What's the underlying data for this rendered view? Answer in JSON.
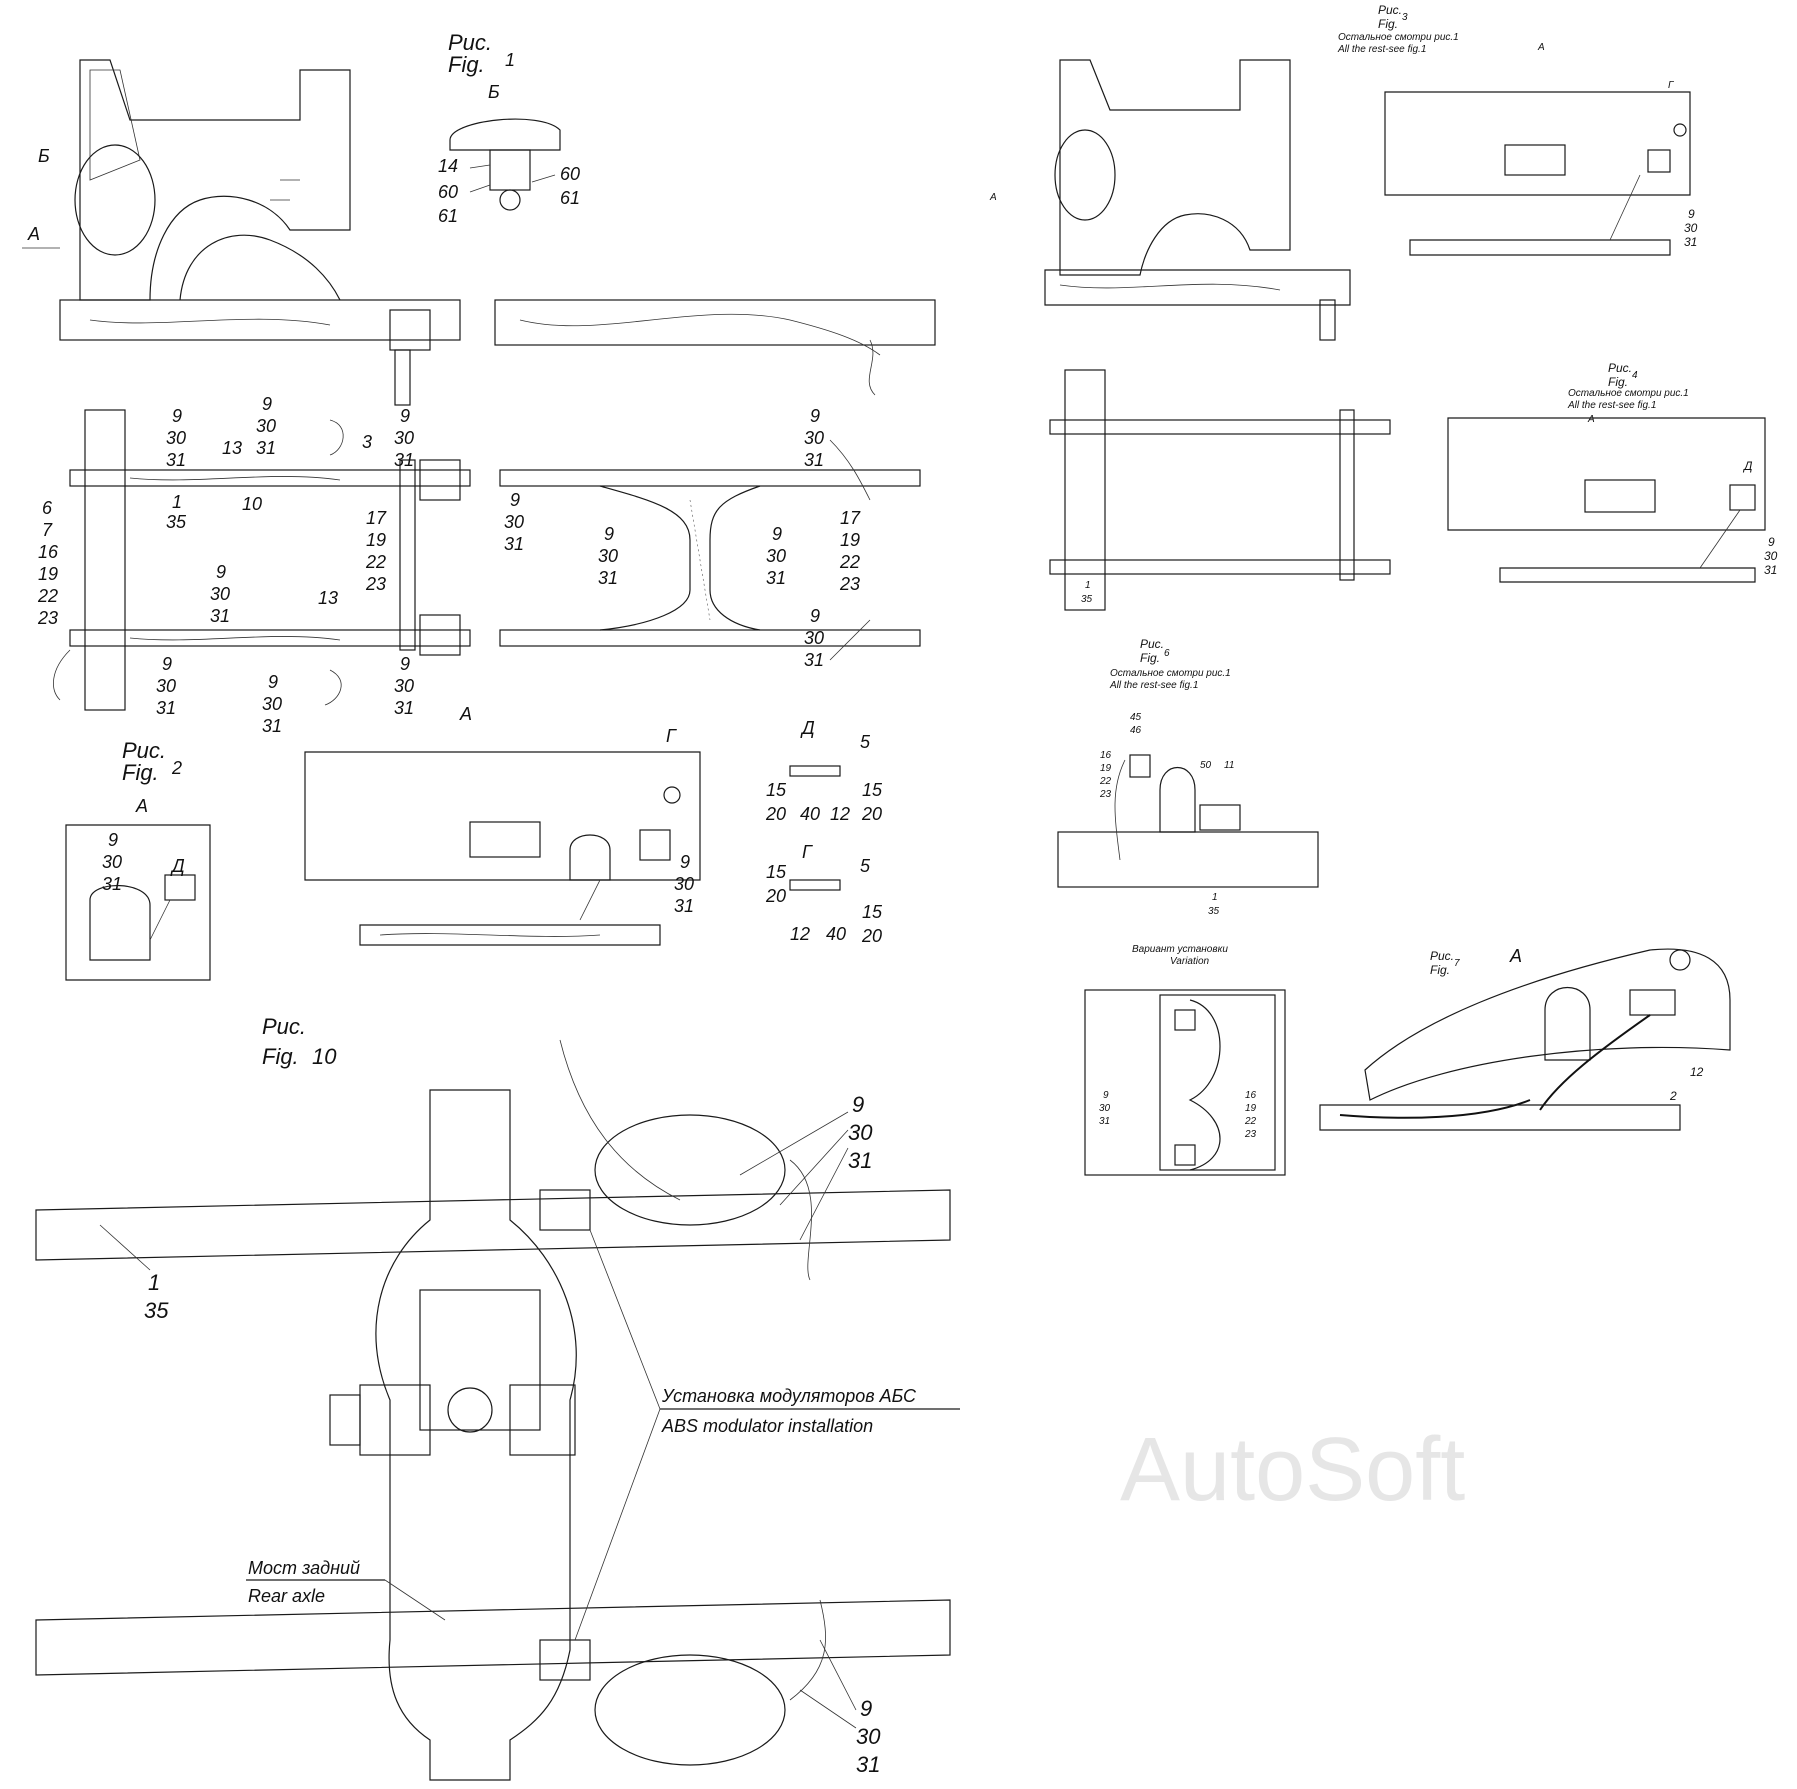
{
  "figures": {
    "fig1": {
      "ru": "Рис.",
      "en": "Fig.",
      "num": "1",
      "view": "Б"
    },
    "fig2": {
      "ru": "Рис.",
      "en": "Fig.",
      "num": "2",
      "view": "А"
    },
    "fig3": {
      "ru": "Рис.",
      "en": "Fig.",
      "num": "3",
      "note_ru": "Остальное смотри рис.1",
      "note_en": "All the rest-see fig.1",
      "view": "А"
    },
    "fig4": {
      "ru": "Рис.",
      "en": "Fig.",
      "num": "4",
      "note_ru": "Остальное смотри рис.1",
      "note_en": "All the rest-see fig.1",
      "view": "А"
    },
    "fig6": {
      "ru": "Рис.",
      "en": "Fig.",
      "num": "6",
      "note_ru": "Остальное смотри рис.1",
      "note_en": "All the rest-see fig.1"
    },
    "fig7": {
      "ru": "Рис.",
      "en": "Fig.",
      "num": "7",
      "view": "А"
    },
    "fig10": {
      "ru": "Рис.",
      "en": "Fig.",
      "num": "10"
    }
  },
  "views": {
    "a": "А",
    "b": "Б",
    "g": "Г",
    "d": "Д"
  },
  "callouts": {
    "c1": "1",
    "c2": "2",
    "c3": "3",
    "c5": "5",
    "c6": "6",
    "c7": "7",
    "c9": "9",
    "c10": "10",
    "c11": "11",
    "c12": "12",
    "c13": "13",
    "c14": "14",
    "c15": "15",
    "c16": "16",
    "c17": "17",
    "c19": "19",
    "c20": "20",
    "c22": "22",
    "c23": "23",
    "c30": "30",
    "c31": "31",
    "c35": "35",
    "c40": "40",
    "c45": "45",
    "c46": "46",
    "c50": "50",
    "c60": "60",
    "c61": "61"
  },
  "annotations": {
    "variant_ru": "Вариант установки",
    "variant_en": "Variation",
    "abs_ru": "Установка модуляторов АБС",
    "abs_en": "ABS modulator installation",
    "axle_ru": "Мост задний",
    "axle_en": "Rear axle"
  },
  "watermark": "AutoSoft"
}
